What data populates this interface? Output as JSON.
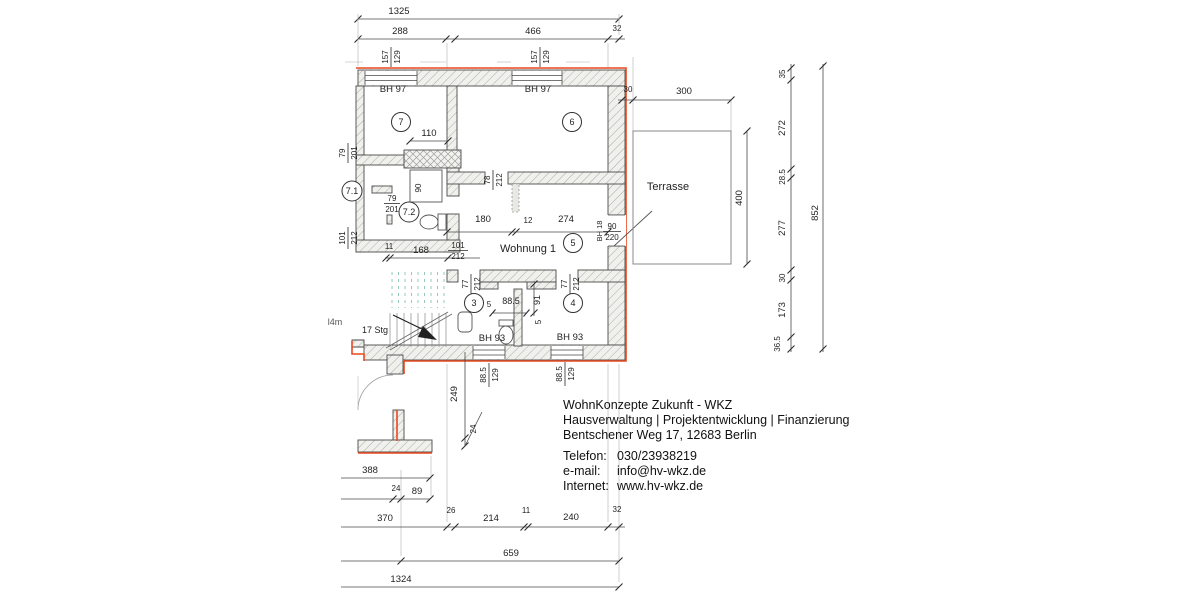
{
  "title_block": {
    "company": "WohnKonzepte Zukunft - WKZ",
    "services": "Hausverwaltung | Projektentwicklung | Finanzierung",
    "address": "Bentschener Weg 17, 12683 Berlin",
    "phone_label": "Telefon:",
    "phone": "030/23938219",
    "email_label": "e-mail:",
    "email": "info@hv-wkz.de",
    "web_label": "Internet:",
    "web": "www.hv-wkz.de"
  },
  "plan": {
    "rooms": {
      "r7": "7",
      "r6": "6",
      "r71": "7.1",
      "r72": "7.2",
      "r5": "5",
      "r3": "3",
      "r4": "4",
      "wohnung": "Wohnung 1",
      "terrasse": "Terrasse",
      "stairs": "17 Stg",
      "left_cut": "l4m"
    },
    "heights": {
      "bh97": "BH 97",
      "bh93": "BH 93",
      "bh18": "BH 18"
    },
    "windows": {
      "top": {
        "n": "157",
        "d": "129"
      },
      "bottom": {
        "n": "88.5",
        "d": "129"
      }
    },
    "doors": {
      "d79_201": {
        "n": "79",
        "d": "201"
      },
      "d101_212": {
        "n": "101",
        "d": "212"
      },
      "d78_212": {
        "n": "78",
        "d": "212"
      },
      "d77_212": {
        "n": "77",
        "d": "212"
      },
      "d90_220": {
        "n": "90",
        "d": "220"
      }
    },
    "dims_top": {
      "overall": "1325",
      "a": "288",
      "b": "466",
      "c": "32"
    },
    "dims_right": {
      "overall": "852",
      "s1": "35",
      "s2": "272",
      "s3": "28.5",
      "s4": "277",
      "s5": "30",
      "s6": "173",
      "s7": "36.5"
    },
    "terrace": {
      "w": "300",
      "h": "400",
      "off": "30"
    },
    "dims_inner": {
      "w110": "110",
      "w180": "180",
      "w12": "12",
      "w274": "274",
      "w11": "11",
      "w168": "168",
      "shower": "90",
      "g5a": "5",
      "g885": "88.5",
      "g91": "91",
      "g5b": "5"
    },
    "dims_bottom": {
      "d388": "388",
      "d24": "24",
      "d89": "89",
      "d370": "370",
      "d26": "26",
      "d214": "214",
      "d11": "11",
      "d240": "240",
      "d32": "32",
      "d659": "659",
      "d1324": "1324",
      "d249": "249",
      "d24b": "24"
    }
  }
}
